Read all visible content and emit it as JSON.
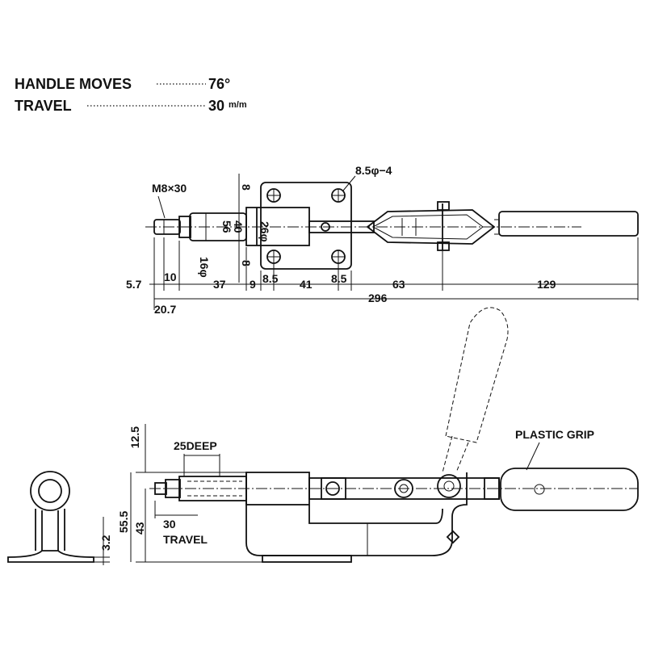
{
  "notes": {
    "handle_label": "HANDLE MOVES",
    "handle_value": "76°",
    "travel_label": "TRAVEL",
    "travel_value": "30",
    "travel_unit": "m/m"
  },
  "top_view": {
    "thread": "M8×30",
    "hole_spec": "8.5φ−4",
    "h_8_top": "8",
    "h_56": "56",
    "h_40": "40",
    "h_26phi": "26φ",
    "h_16phi": "16φ",
    "h_8_bot": "8",
    "d_5_7": "5.7",
    "d_10": "10",
    "d_37": "37",
    "d_9": "9",
    "d_8_5_left": "8.5",
    "d_41": "41",
    "d_8_5_right": "8.5",
    "d_63": "63",
    "d_129": "129",
    "d_20_7": "20.7",
    "d_296": "296"
  },
  "side_view": {
    "d_12_5": "12.5",
    "deep": "25DEEP",
    "d_55_5": "55.5",
    "d_43": "43",
    "d_30": "30",
    "travel": "TRAVEL",
    "plastic_grip": "PLASTIC GRIP",
    "d_3_2": "3.2"
  }
}
